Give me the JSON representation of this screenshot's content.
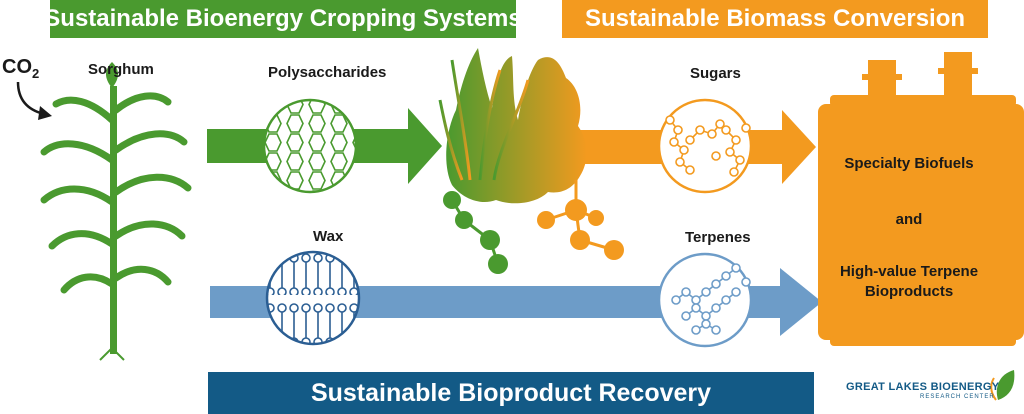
{
  "banners": {
    "cropping": "Sustainable Bioenergy Cropping Systems",
    "conversion": "Sustainable Biomass Conversion",
    "recovery": "Sustainable Bioproduct Recovery"
  },
  "labels": {
    "co2_main": "CO",
    "co2_sub": "2",
    "sorghum": "Sorghum",
    "polysaccharides": "Polysaccharides",
    "wax": "Wax",
    "sugars": "Sugars",
    "terpenes": "Terpenes"
  },
  "products": {
    "line1": "Specialty Biofuels",
    "line2": "and",
    "line3a": "High-value Terpene",
    "line3b": "Bioproducts"
  },
  "logo": {
    "name": "GREAT LAKES BIOENERGY",
    "sub": "RESEARCH CENTER"
  },
  "colors": {
    "green": "#4a9a2f",
    "orange": "#f39a1f",
    "blue": "#6d9cc8",
    "navy": "#135a86"
  }
}
